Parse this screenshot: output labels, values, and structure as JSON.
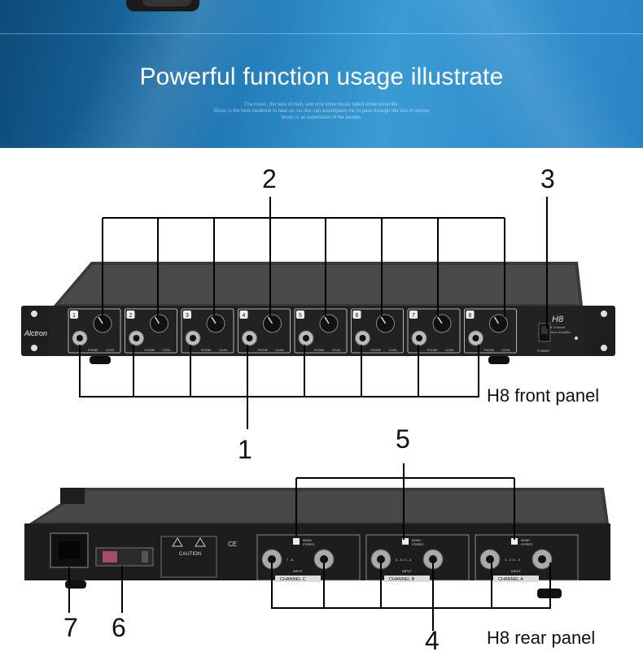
{
  "banner": {
    "title": "Powerful function usage illustrate",
    "sub_line1": "The music, the soul of man, and only know music talent understood life.",
    "sub_line2": "Music is the best medicine to heal us, no one can accompany me to pass through the sea of sorrow",
    "sub_line3": "Music is an expression of the people."
  },
  "callouts": {
    "front_jacks": "1",
    "front_level": "2",
    "front_power": "3",
    "rear_inputs": "4",
    "rear_mono_stereo": "5",
    "rear_fuse": "6",
    "rear_power_socket": "7"
  },
  "front_panel": {
    "label": "H8 front panel",
    "brand": "Alctron",
    "model": "H8",
    "model_sub1": "8 Channel",
    "model_sub2": "Headphone Amplifier",
    "power_label": "POWER",
    "channels": [
      "1",
      "2",
      "3",
      "4",
      "5",
      "6",
      "7",
      "8"
    ],
    "jack_label": "PHONE",
    "level_label": "LEVEL"
  },
  "rear_panel": {
    "label": "H8 rear panel",
    "caution": "CAUTION",
    "ce": "CE",
    "channels": [
      {
        "name": "CHANNEL C",
        "range": "7 - 8"
      },
      {
        "name": "CHANNEL B",
        "range": "5 - 6 / 3 - 4"
      },
      {
        "name": "CHANNEL A",
        "range": "1 - 2 / 1 - 4"
      }
    ],
    "mono": "MONO",
    "stereo": "STEREO",
    "input": "INPUT"
  },
  "colors": {
    "banner": "#1f78b4",
    "device": "#1c1c1c",
    "panel_face": "#262626"
  }
}
